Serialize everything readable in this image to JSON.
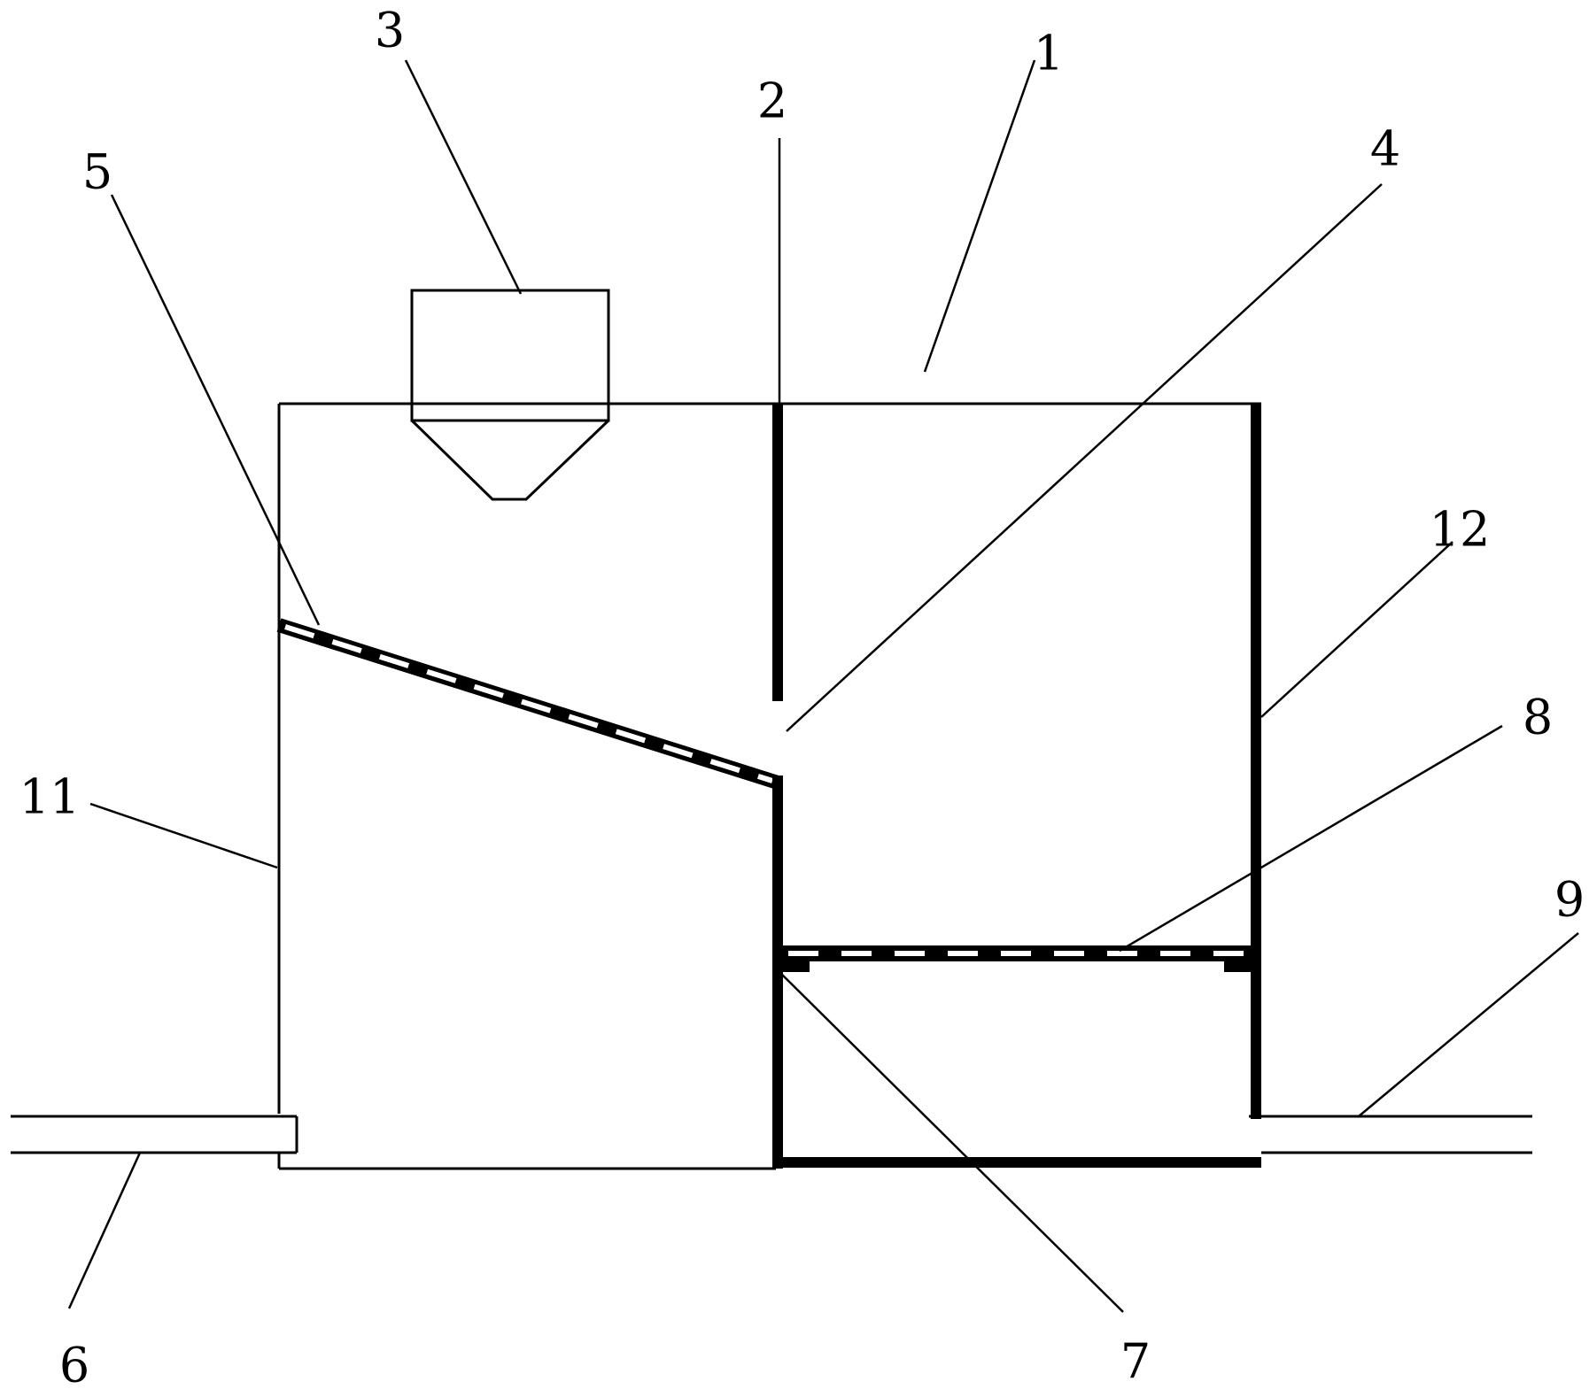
{
  "labels": {
    "l1": "1",
    "l2": "2",
    "l3": "3",
    "l4": "4",
    "l5": "5",
    "l6": "6",
    "l7": "7",
    "l8": "8",
    "l9": "9",
    "l11": "11",
    "l12": "12"
  },
  "colors": {
    "line": "#000000",
    "background": "#ffffff"
  }
}
